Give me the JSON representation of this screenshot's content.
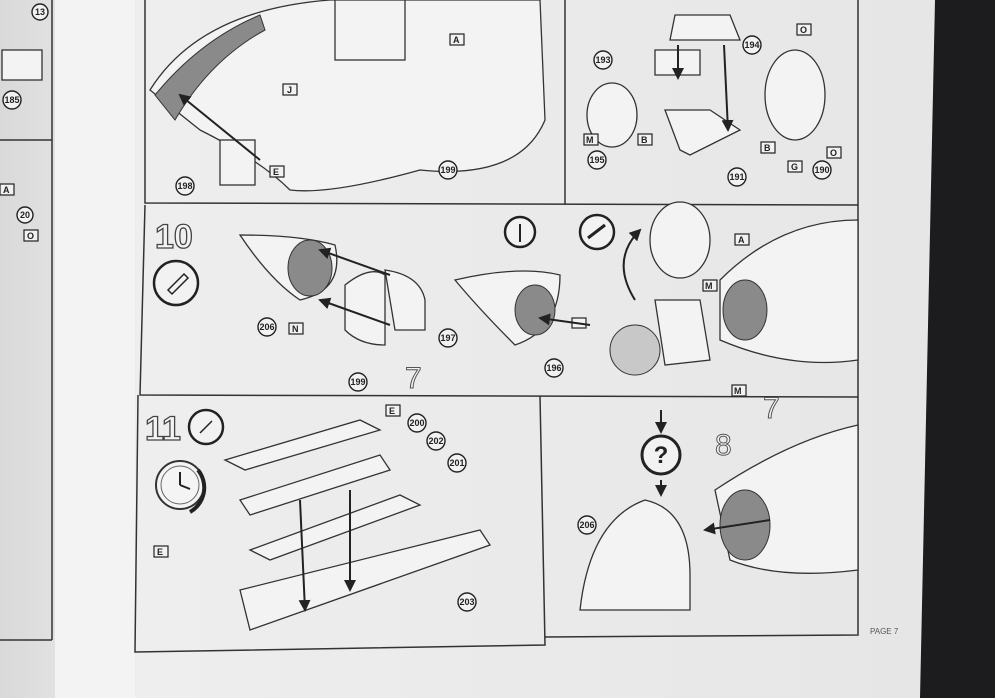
{
  "page_label": "PAGE 7",
  "steps": {
    "step10": "10",
    "step11": "11",
    "sub7a": "7",
    "sub7b": "7",
    "sub8": "8"
  },
  "icons": {
    "glue": "glue-tube-icon",
    "no_glue": "no-glue-icon",
    "drill": "drill-icon",
    "clock": "drying-time-clock-icon",
    "question": "question-icon"
  },
  "callouts": {
    "left": [
      "13",
      "185",
      "20"
    ],
    "top_left": [
      "198",
      "199"
    ],
    "top_right": [
      "193",
      "194",
      "195",
      "191",
      "190"
    ],
    "step10": [
      "206",
      "197",
      "199",
      "196"
    ],
    "step11": [
      "200",
      "202",
      "201",
      "203"
    ],
    "final": [
      "206"
    ]
  },
  "flags": {
    "left": [
      "A",
      "O"
    ],
    "top_left": [
      "A",
      "J",
      "E"
    ],
    "top_right": [
      "O",
      "M",
      "B",
      "B",
      "G",
      "O"
    ],
    "step10": [
      "N",
      "A",
      "M",
      "M"
    ],
    "step11": [
      "E",
      "E"
    ]
  }
}
